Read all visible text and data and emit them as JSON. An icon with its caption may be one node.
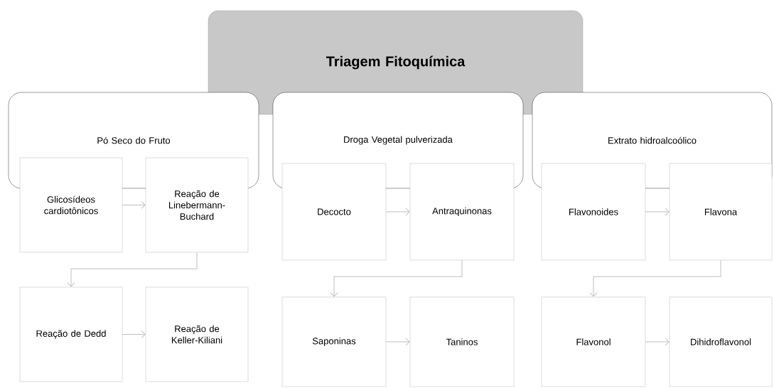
{
  "diagram": {
    "nodes": [
      {
        "text": [
          "Triagem Fitoquímica"
        ]
      },
      {
        "text": [
          "Pó Seco do Fruto"
        ]
      },
      {
        "text": [
          "Glicosídeos cardiotônicos"
        ]
      },
      {
        "text": [
          "Reação de Linebermann-Buchard"
        ]
      },
      {
        "text": [
          "Reação de Dedd"
        ]
      },
      {
        "text": [
          "Reação de Keller-Kiliani"
        ]
      },
      {
        "text": [
          "Droga Vegetal pulverizada"
        ]
      },
      {
        "text": [
          "Decocto"
        ]
      },
      {
        "text": [
          "Antraquinonas"
        ]
      },
      {
        "text": [
          "Saponinas"
        ]
      },
      {
        "text": [
          "Taninos"
        ]
      },
      {
        "text": [
          "Extrato hidroalcoólico"
        ]
      },
      {
        "text": [
          "Flavonoides"
        ]
      },
      {
        "text": [
          "Flavona"
        ]
      },
      {
        "text": [
          "Flavonol"
        ]
      },
      {
        "text": [
          "Dihidroflavonol"
        ]
      }
    ],
    "edges": [
      {
        "from": 2,
        "to": 3,
        "arrow": "to"
      },
      {
        "from": 3,
        "to": 4,
        "arrow": "to"
      },
      {
        "from": 4,
        "to": 5,
        "arrow": "to"
      },
      {
        "from": 7,
        "to": 8,
        "arrow": "to"
      },
      {
        "from": 8,
        "to": 9,
        "arrow": "to"
      },
      {
        "from": 9,
        "to": 10,
        "arrow": "to"
      },
      {
        "from": 12,
        "to": 13,
        "arrow": "to"
      },
      {
        "from": 13,
        "to": 14,
        "arrow": "to"
      },
      {
        "from": 14,
        "to": 15,
        "arrow": "to"
      }
    ]
  }
}
